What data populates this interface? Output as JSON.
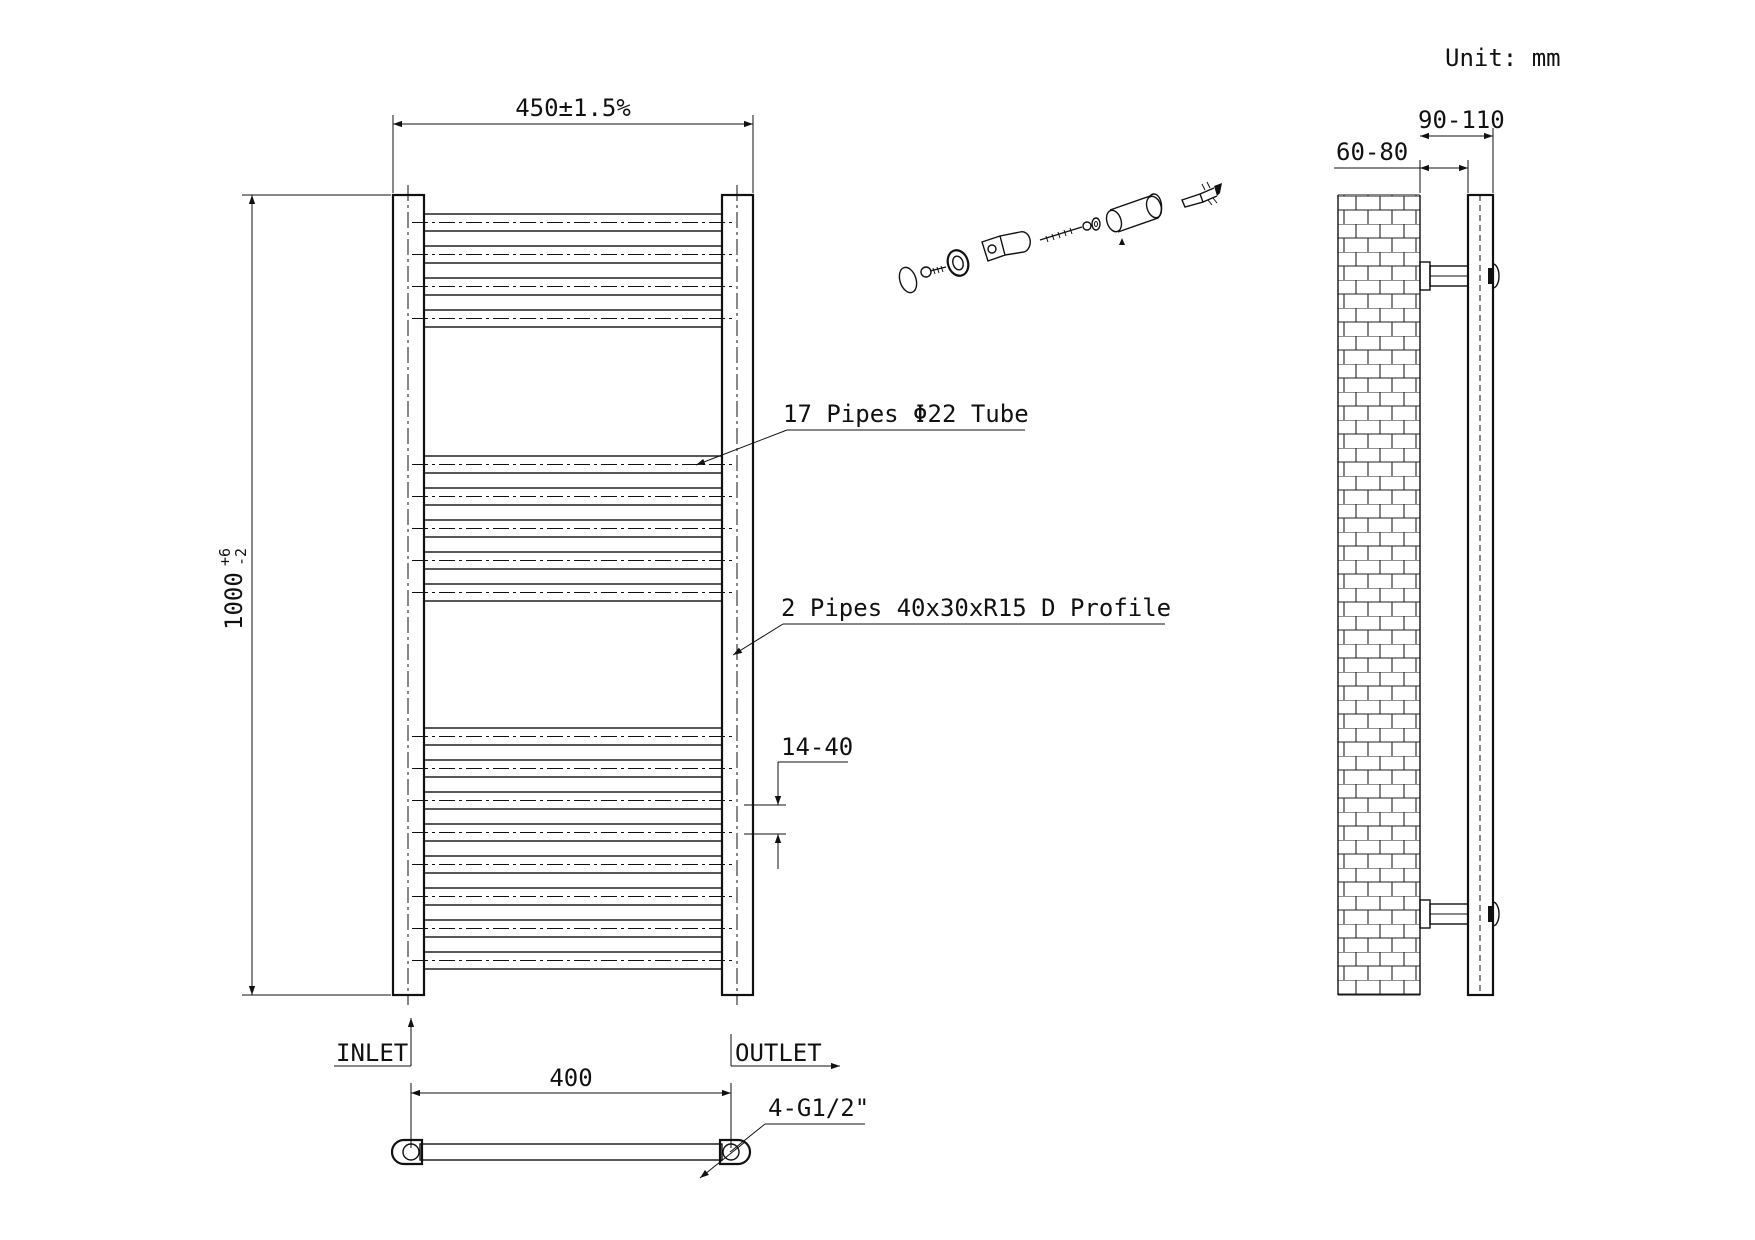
{
  "drawing": {
    "unit_label": "Unit: mm",
    "width_dim": "450±1.5%",
    "height_dim": {
      "base": "1000",
      "upper": "+6",
      "lower": "-2"
    },
    "pipes_callout": "17 Pipes Φ22 Tube",
    "profile_callout": "2 Pipes 40x30xR15 D Profile",
    "spacing_dim": "14-40",
    "inlet_label": "INLET",
    "outlet_label": "OUTLET",
    "centers_dim": "400",
    "thread_dim": "4-G1/2\"",
    "wall_gap_dim": "60-80",
    "total_depth_dim": "90-110",
    "bar_groups": [
      {
        "bars": 4
      },
      {
        "bars": 5
      },
      {
        "bars": 8
      }
    ],
    "line_color": "#111111",
    "background": "#ffffff"
  }
}
